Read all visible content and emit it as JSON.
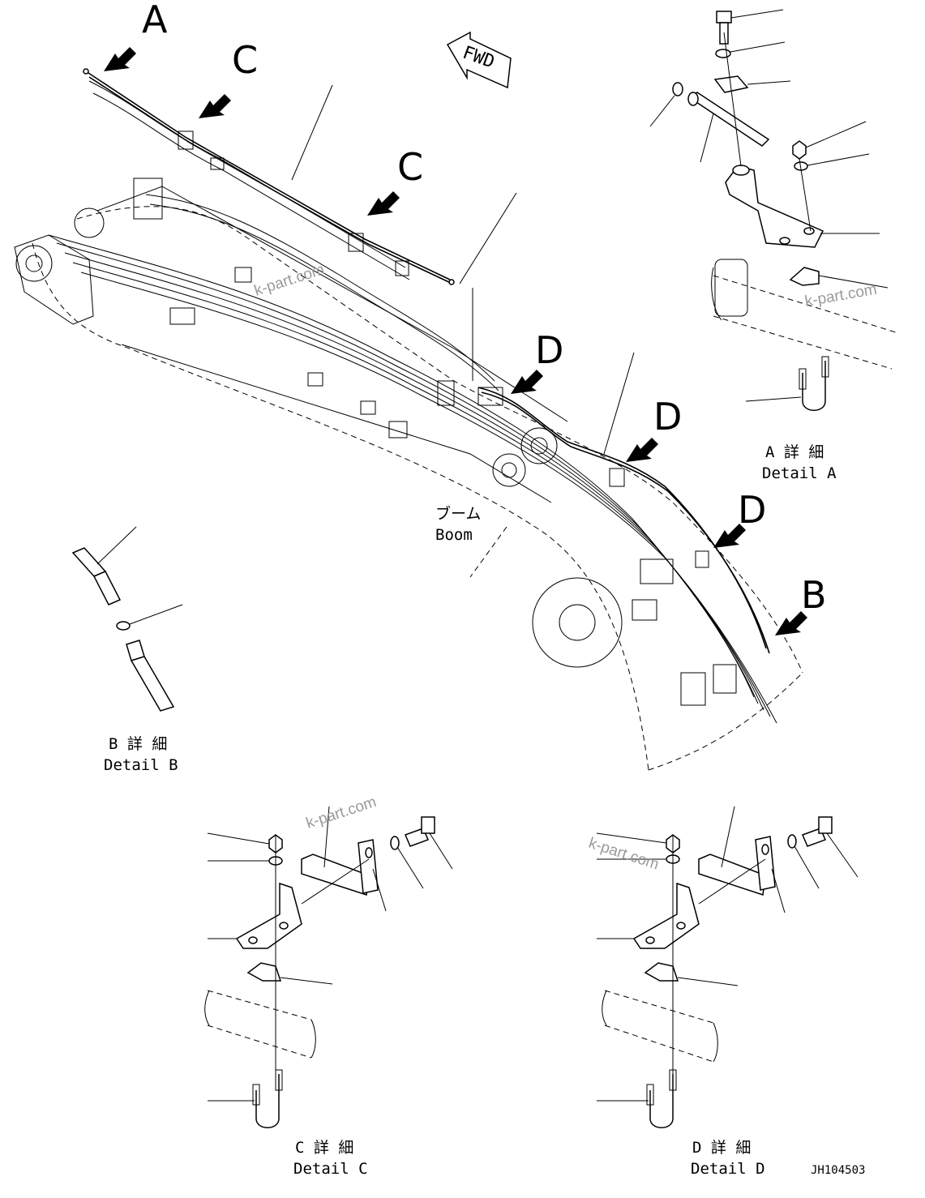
{
  "callouts": {
    "a": "A",
    "b": "B",
    "c1": "C",
    "c2": "C",
    "d1": "D",
    "d2": "D",
    "d3": "D"
  },
  "fwd_label": "FWD",
  "boom": {
    "jp": "ブーム",
    "en": "Boom"
  },
  "details": {
    "a": {
      "jp": "A 詳 細",
      "en": "Detail A"
    },
    "b": {
      "jp": "B 詳 細",
      "en": "Detail B"
    },
    "c": {
      "jp": "C 詳 細",
      "en": "Detail C"
    },
    "d": {
      "jp": "D 詳 細",
      "en": "Detail D"
    }
  },
  "drawing_number": "JH104503",
  "watermarks": [
    "k-part.com",
    "k-part.com",
    "k-part.com",
    "k-part.com"
  ]
}
